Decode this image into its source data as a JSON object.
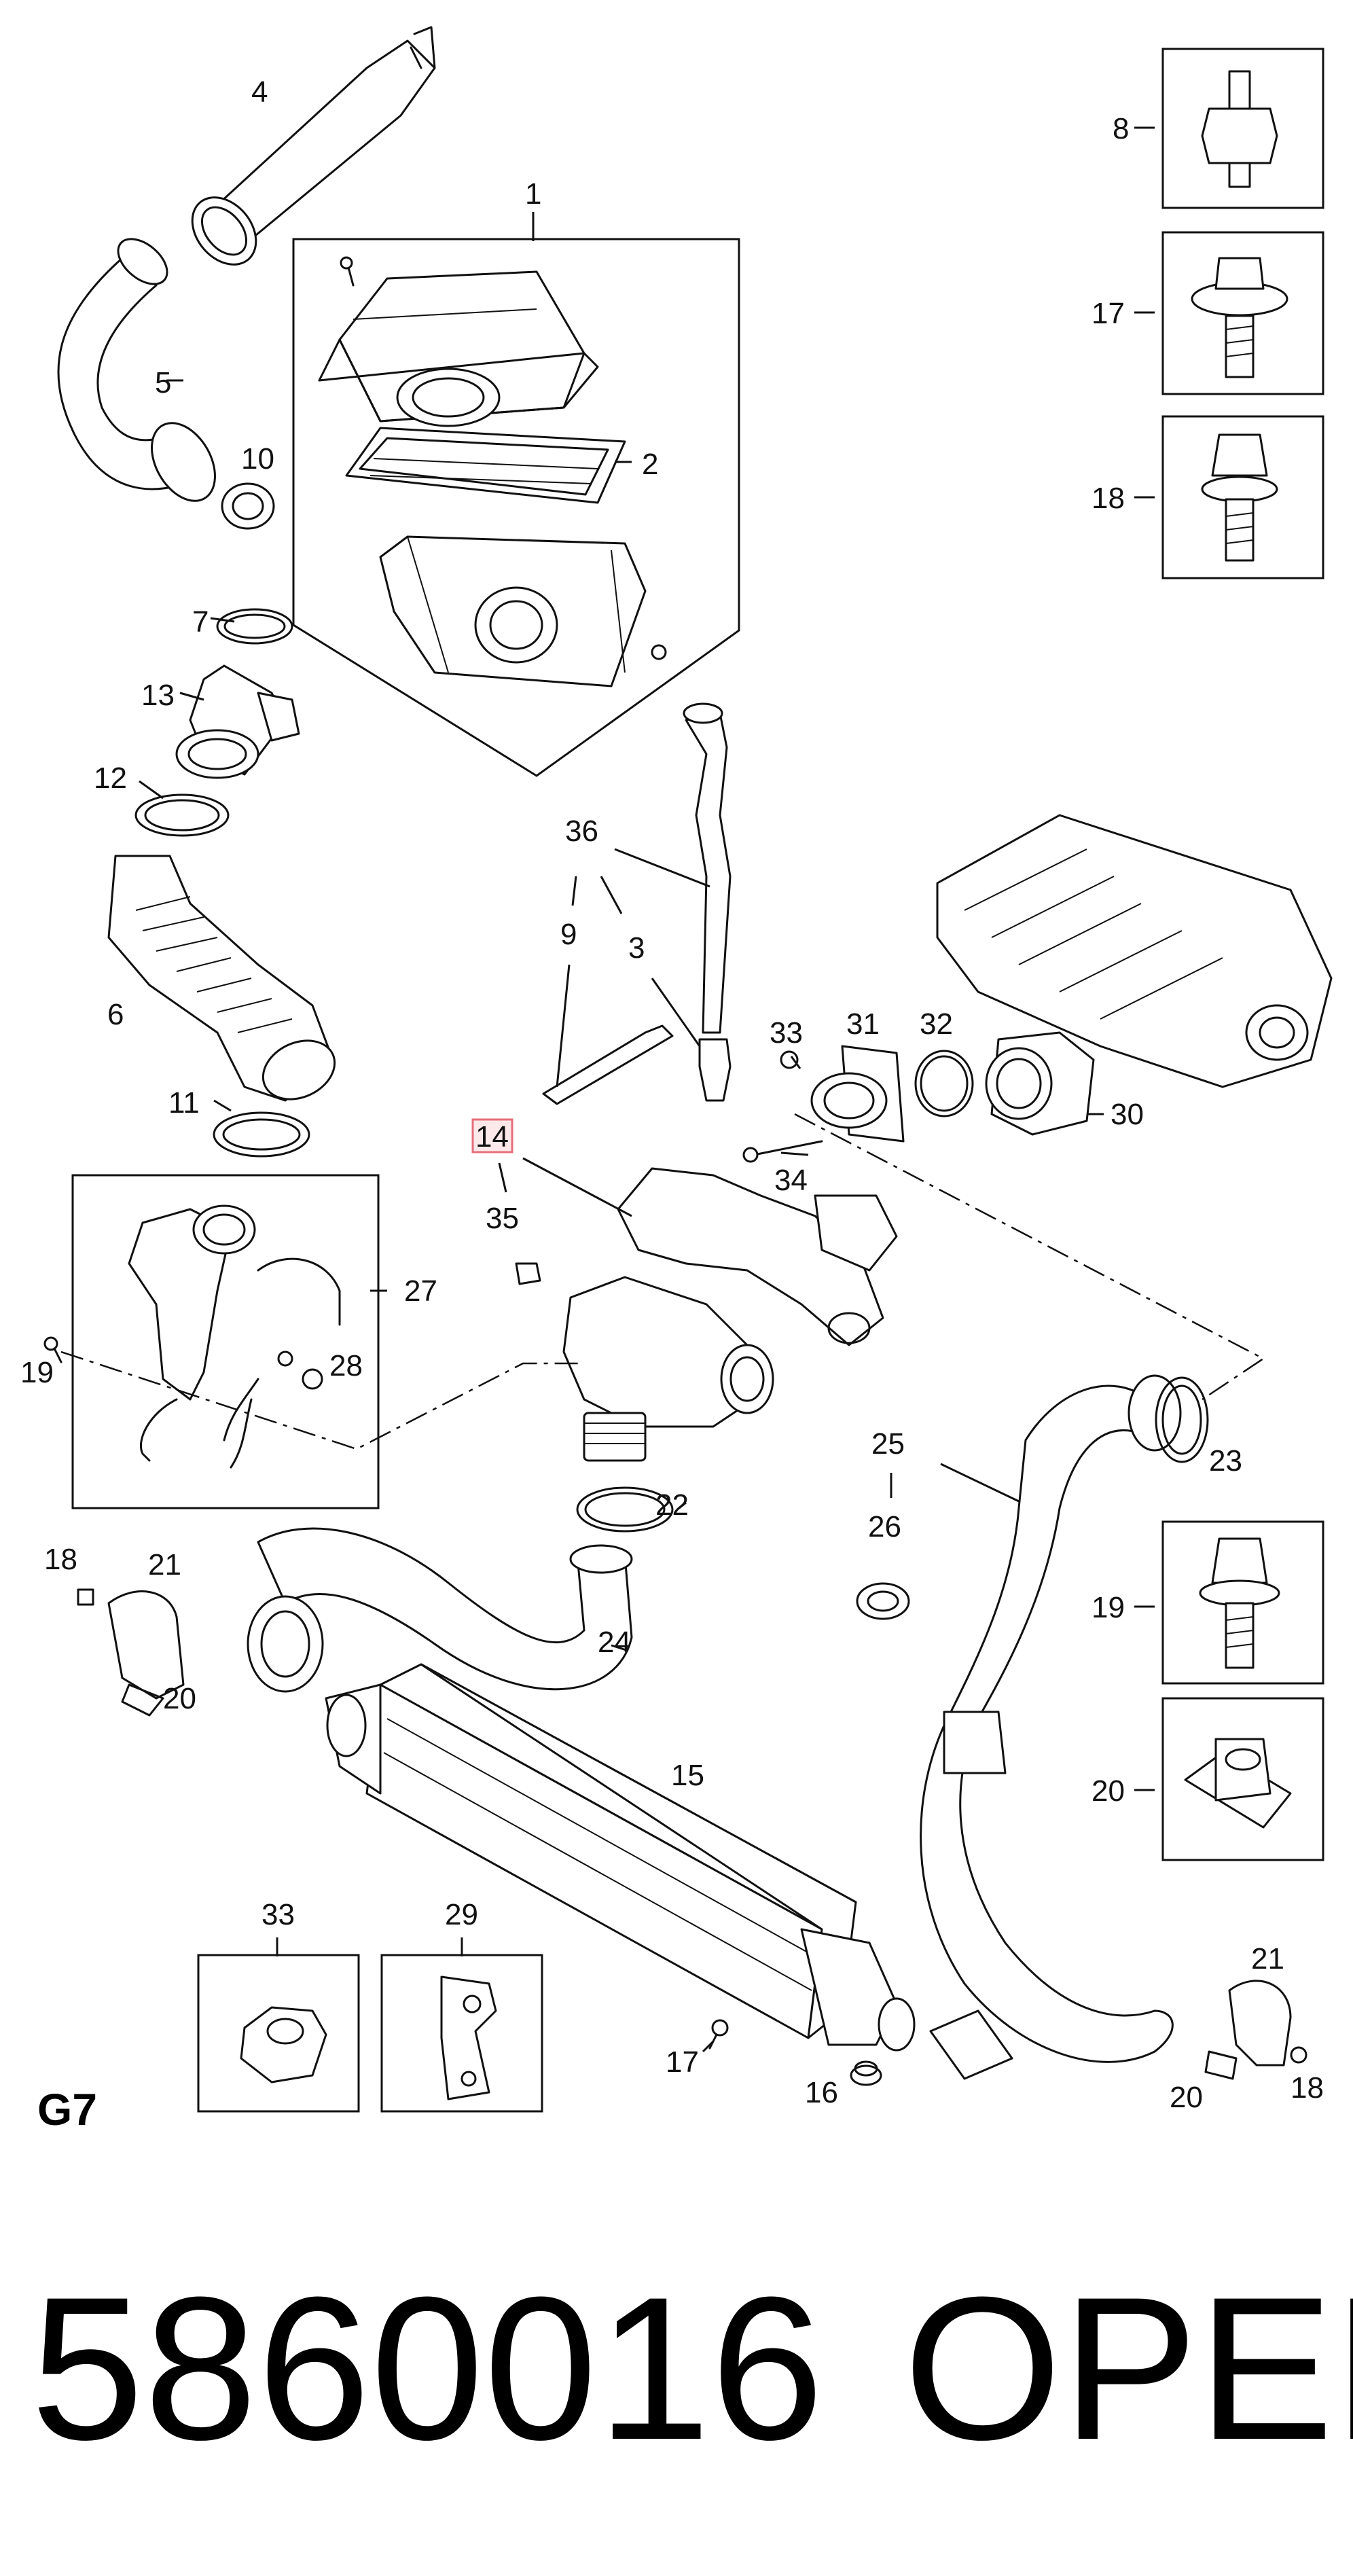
{
  "diagram": {
    "section_code": "G7",
    "part_number": "5860016",
    "brand": "OPEL",
    "highlighted_callout": "14",
    "callouts": {
      "c1": "1",
      "c2": "2",
      "c3": "3",
      "c4": "4",
      "c5": "5",
      "c6": "6",
      "c7": "7",
      "c8": "8",
      "c9": "9",
      "c10": "10",
      "c11": "11",
      "c12": "12",
      "c13": "13",
      "c14": "14",
      "c15": "15",
      "c16": "16",
      "c17a": "17",
      "c17b": "17",
      "c18a": "18",
      "c18b": "18",
      "c18c": "18",
      "c19a": "19",
      "c19b": "19",
      "c20a": "20",
      "c20b": "20",
      "c20c": "20",
      "c21a": "21",
      "c21b": "21",
      "c22": "22",
      "c23": "23",
      "c24": "24",
      "c25": "25",
      "c26": "26",
      "c27": "27",
      "c28": "28",
      "c29": "29",
      "c30": "30",
      "c31": "31",
      "c32": "32",
      "c33a": "33",
      "c33b": "33",
      "c34": "34",
      "c35": "35",
      "c36": "36"
    }
  }
}
